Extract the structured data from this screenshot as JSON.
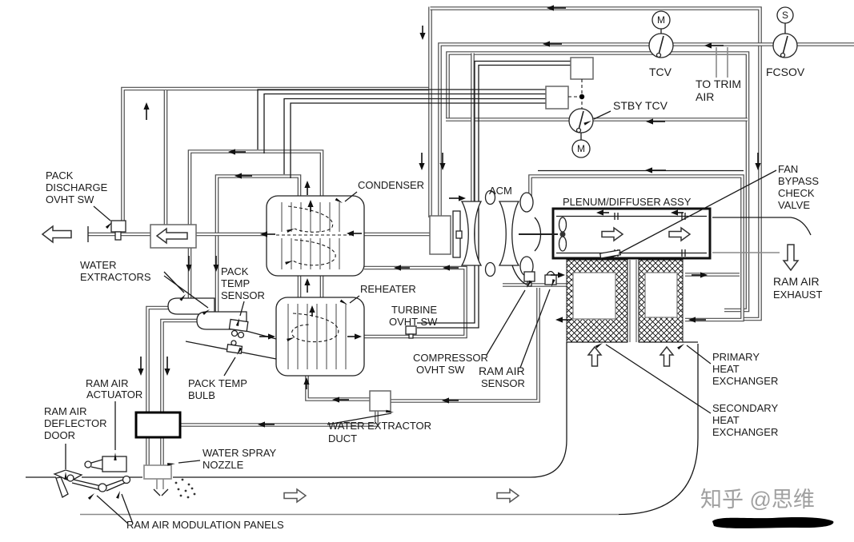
{
  "labels": {
    "pack_discharge_ovht_sw": [
      "PACK",
      "DISCHARGE",
      "OVHT SW"
    ],
    "water_extractors": [
      "WATER",
      "EXTRACTORS"
    ],
    "pack_temp_sensor": [
      "PACK",
      "TEMP",
      "SENSOR"
    ],
    "pack_temp_bulb": [
      "PACK TEMP",
      "BULB"
    ],
    "ram_air_actuator": [
      "RAM AIR",
      "ACTUATOR"
    ],
    "ram_air_deflector_door": [
      "RAM AIR",
      "DEFLECTOR",
      "DOOR"
    ],
    "water_spray_nozzle": [
      "WATER SPRAY",
      "NOZZLE"
    ],
    "ram_air_modulation_panels": "RAM AIR MODULATION PANELS",
    "condenser": "CONDENSER",
    "reheater": "REHEATER",
    "turbine_ovht_sw": [
      "TURBINE",
      "OVHT SW"
    ],
    "compressor_ovht_sw": [
      "COMPRESSOR",
      "OVHT SW"
    ],
    "ram_air_sensor": [
      "RAM AIR",
      "SENSOR"
    ],
    "acm": "ACM",
    "plenum_diffuser_assy": "PLENUM/DIFFUSER ASSY",
    "fan_bypass_check_valve": [
      "FAN",
      "BYPASS",
      "CHECK",
      "VALVE"
    ],
    "ram_air_exhaust": [
      "RAM AIR",
      "EXHAUST"
    ],
    "primary_heat_exchanger": [
      "PRIMARY",
      "HEAT",
      "EXCHANGER"
    ],
    "secondary_heat_exchanger": [
      "SECONDARY",
      "HEAT",
      "EXCHANGER"
    ],
    "water_extractor_duct": [
      "WATER EXTRACTOR",
      "DUCT"
    ],
    "to_trim_air": [
      "TO TRIM",
      "AIR"
    ],
    "tcv": "TCV",
    "stby_tcv": "STBY TCV",
    "fcsov": "FCSOV"
  },
  "valves": {
    "tcv_actuator": "M",
    "stby_tcv_actuator": "M",
    "fcsov_actuator": "S"
  },
  "watermark": "知乎 @思维"
}
